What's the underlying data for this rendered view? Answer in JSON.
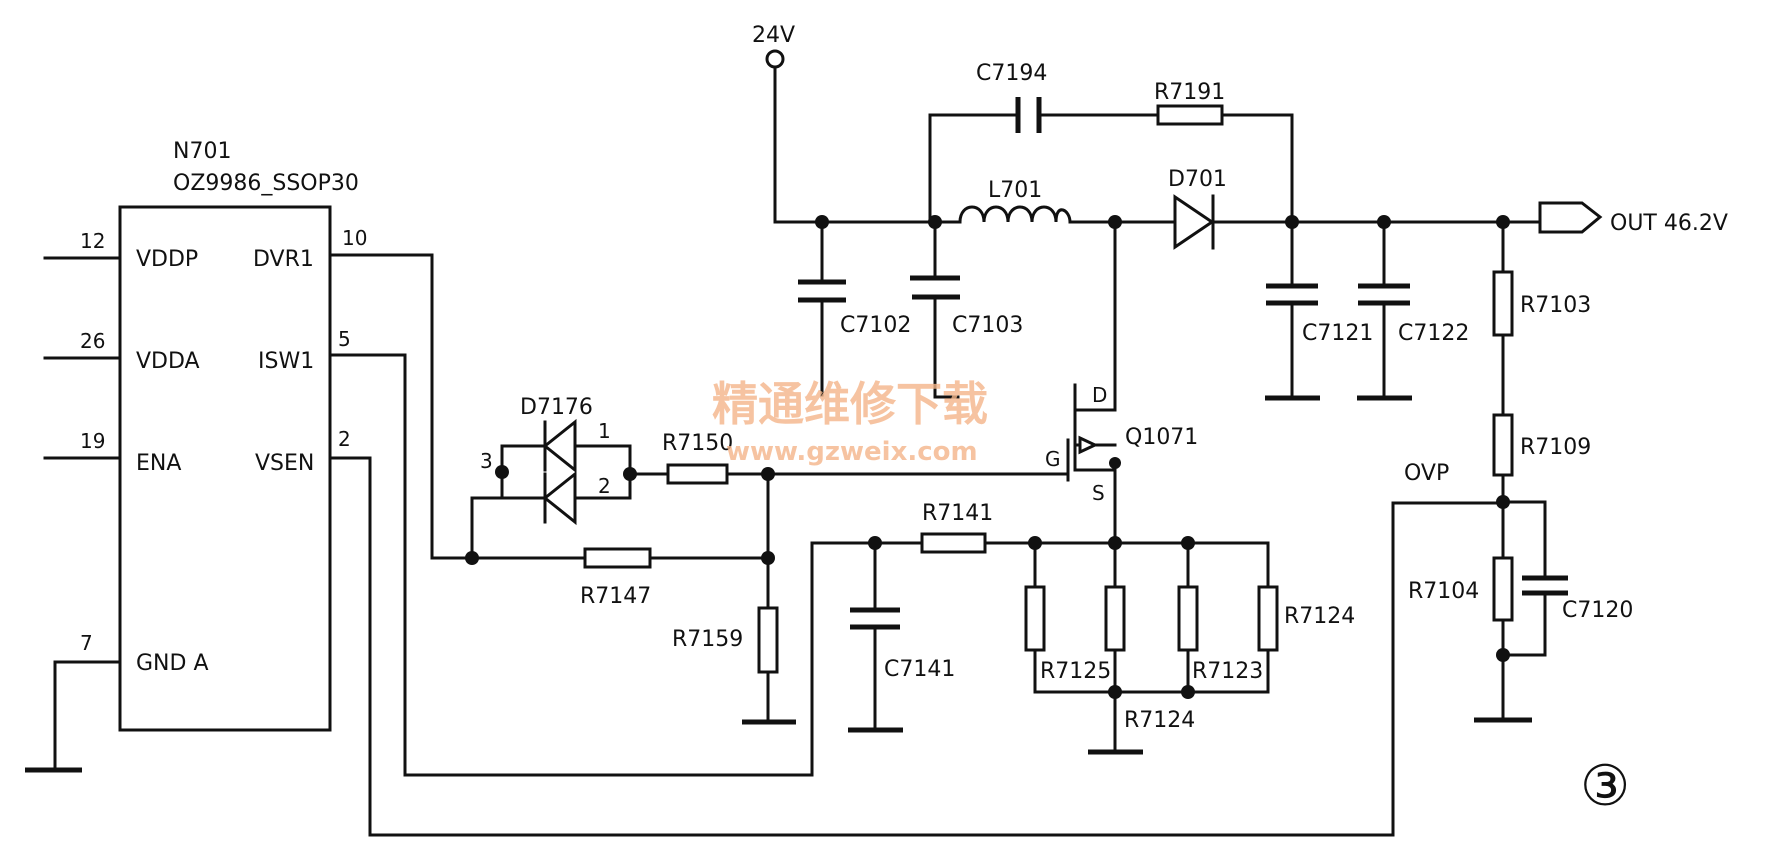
{
  "ic": {
    "designator": "N701",
    "part": "OZ9986_SSOP30",
    "left_pins": [
      {
        "num": "12",
        "name": "VDDP"
      },
      {
        "num": "26",
        "name": "VDDA"
      },
      {
        "num": "19",
        "name": "ENA"
      },
      {
        "num": "7",
        "name": "GND A"
      }
    ],
    "right_pins": [
      {
        "num": "10",
        "name": "DVR1"
      },
      {
        "num": "5",
        "name": "ISW1"
      },
      {
        "num": "2",
        "name": "VSEN"
      }
    ]
  },
  "supply": {
    "input": "24V",
    "output": "OUT 46.2V"
  },
  "components": {
    "C7194": "C7194",
    "R7191": "R7191",
    "L701": "L701",
    "D701": "D701",
    "C7102": "C7102",
    "C7103": "C7103",
    "C7121": "C7121",
    "C7122": "C7122",
    "R7103": "R7103",
    "R7109": "R7109",
    "R7104": "R7104",
    "C7120": "C7120",
    "D7176": "D7176",
    "R7150": "R7150",
    "R7147": "R7147",
    "R7159": "R7159",
    "R7141": "R7141",
    "C7141": "C7141",
    "Q1071": "Q1071",
    "R7125": "R7125",
    "R7123": "R7123",
    "R7124a": "R7124",
    "R7124b": "R7124"
  },
  "pins": {
    "diode_a": "3",
    "diode_b": "1",
    "diode_c": "2",
    "q_d": "D",
    "q_g": "G",
    "q_s": "S"
  },
  "net": {
    "ovp": "OVP"
  },
  "figure_mark": "③",
  "watermark": {
    "text": "精通维修下载",
    "url": "www.gzweix.com"
  }
}
